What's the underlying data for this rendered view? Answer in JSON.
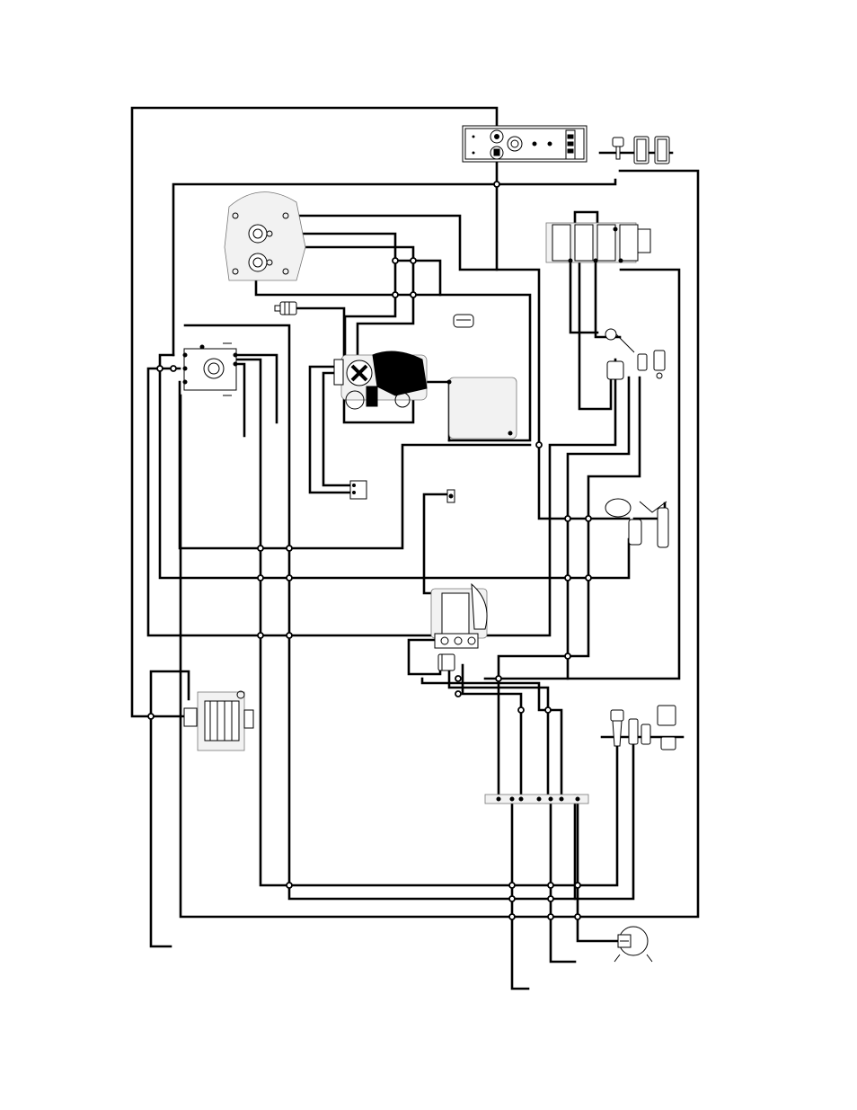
{
  "diagram": {
    "kind": "wiring-schematic",
    "colors": {
      "wire": "#000000",
      "background": "#ffffff",
      "component_outline": "#000000",
      "component_shade": "#f2f2f2"
    },
    "components": [
      {
        "id": "control-panel",
        "icon": "control-panel-icon"
      },
      {
        "id": "fuse-holders",
        "icon": "fuse-holder-icon"
      },
      {
        "id": "relay-board",
        "icon": "relay-board-icon"
      },
      {
        "id": "motor-end-bell",
        "icon": "motor-end-bell-icon"
      },
      {
        "id": "solenoid-valve-upper",
        "icon": "solenoid-icon"
      },
      {
        "id": "junction-box",
        "icon": "junction-box-icon"
      },
      {
        "id": "pump-motor",
        "icon": "pump-motor-icon"
      },
      {
        "id": "fuel-tank",
        "icon": "tank-icon"
      },
      {
        "id": "terminal-connector",
        "icon": "connector-icon"
      },
      {
        "id": "l-bracket-sensor",
        "icon": "sensor-icon"
      },
      {
        "id": "pressure-switch",
        "icon": "pressure-switch-icon"
      },
      {
        "id": "burner-valves",
        "icon": "valve-icon"
      },
      {
        "id": "unloader-pump",
        "icon": "pump-icon"
      },
      {
        "id": "small-solenoid",
        "icon": "solenoid-icon"
      },
      {
        "id": "generator",
        "icon": "generator-icon"
      },
      {
        "id": "terminal-strip",
        "icon": "terminal-strip-icon"
      },
      {
        "id": "float-switch-assembly",
        "icon": "float-switch-icon"
      },
      {
        "id": "thermostat",
        "icon": "thermostat-icon"
      }
    ]
  }
}
